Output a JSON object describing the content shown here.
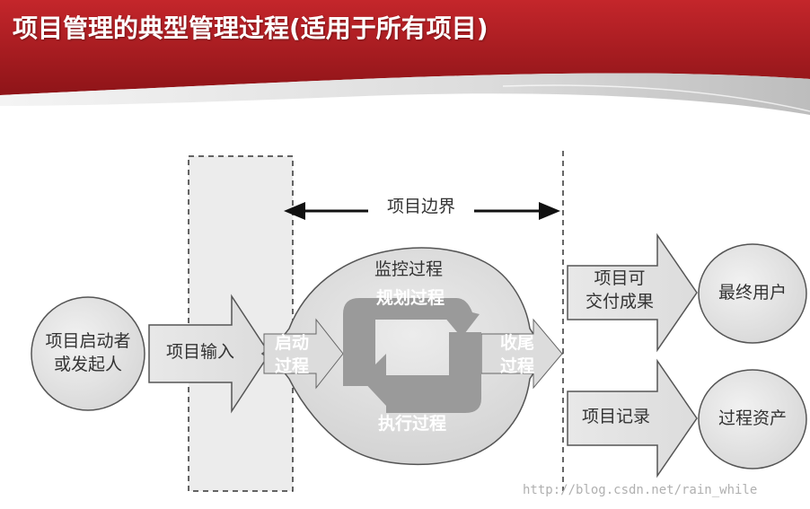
{
  "title": "项目管理的典型管理过程(适用于所有项目)",
  "diagram": {
    "initiator": [
      "项目启动者",
      "或发起人"
    ],
    "project_input": "项目输入",
    "project_boundary": "项目边界",
    "monitor_control": "监控过程",
    "planning": "规划过程",
    "initiating": [
      "启动",
      "过程"
    ],
    "executing": "执行过程",
    "closing": [
      "收尾",
      "过程"
    ],
    "deliverables": [
      "项目可",
      "交付成果"
    ],
    "end_user": "最终用户",
    "project_records": "项目记录",
    "process_assets": "过程资产"
  },
  "watermark": "http://blog.csdn.net/rain_while",
  "colors": {
    "banner_red": "#b01f24",
    "arrow_fill": "#e4e4e4",
    "cycle_fill": "#9a9a9a",
    "shape_stroke": "#555555"
  }
}
